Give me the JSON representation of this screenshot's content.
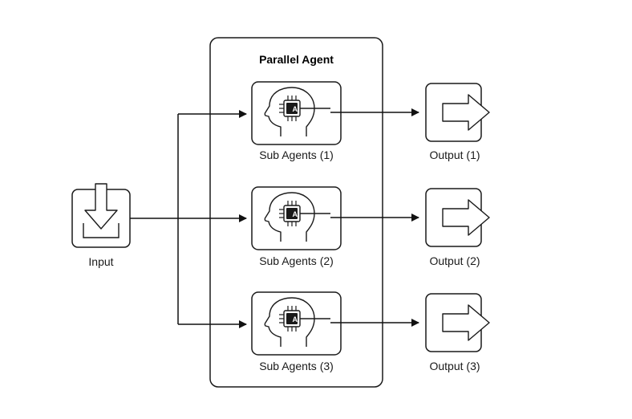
{
  "diagram": {
    "title": "Parallel Agent",
    "input": {
      "label": "Input",
      "icon": "download-arrow-icon"
    },
    "agents": [
      {
        "label": "Sub Agents (1)",
        "chip": "AI",
        "icon": "ai-head-icon"
      },
      {
        "label": "Sub Agents (2)",
        "chip": "AI",
        "icon": "ai-head-icon"
      },
      {
        "label": "Sub Agents (3)",
        "chip": "AI",
        "icon": "ai-head-icon"
      }
    ],
    "outputs": [
      {
        "label": "Output (1)",
        "icon": "right-arrow-icon"
      },
      {
        "label": "Output (2)",
        "icon": "right-arrow-icon"
      },
      {
        "label": "Output (3)",
        "icon": "right-arrow-icon"
      }
    ],
    "colors": {
      "stroke": "#1a1a1a",
      "chip": "#1a1a1a",
      "background": "#ffffff"
    }
  }
}
